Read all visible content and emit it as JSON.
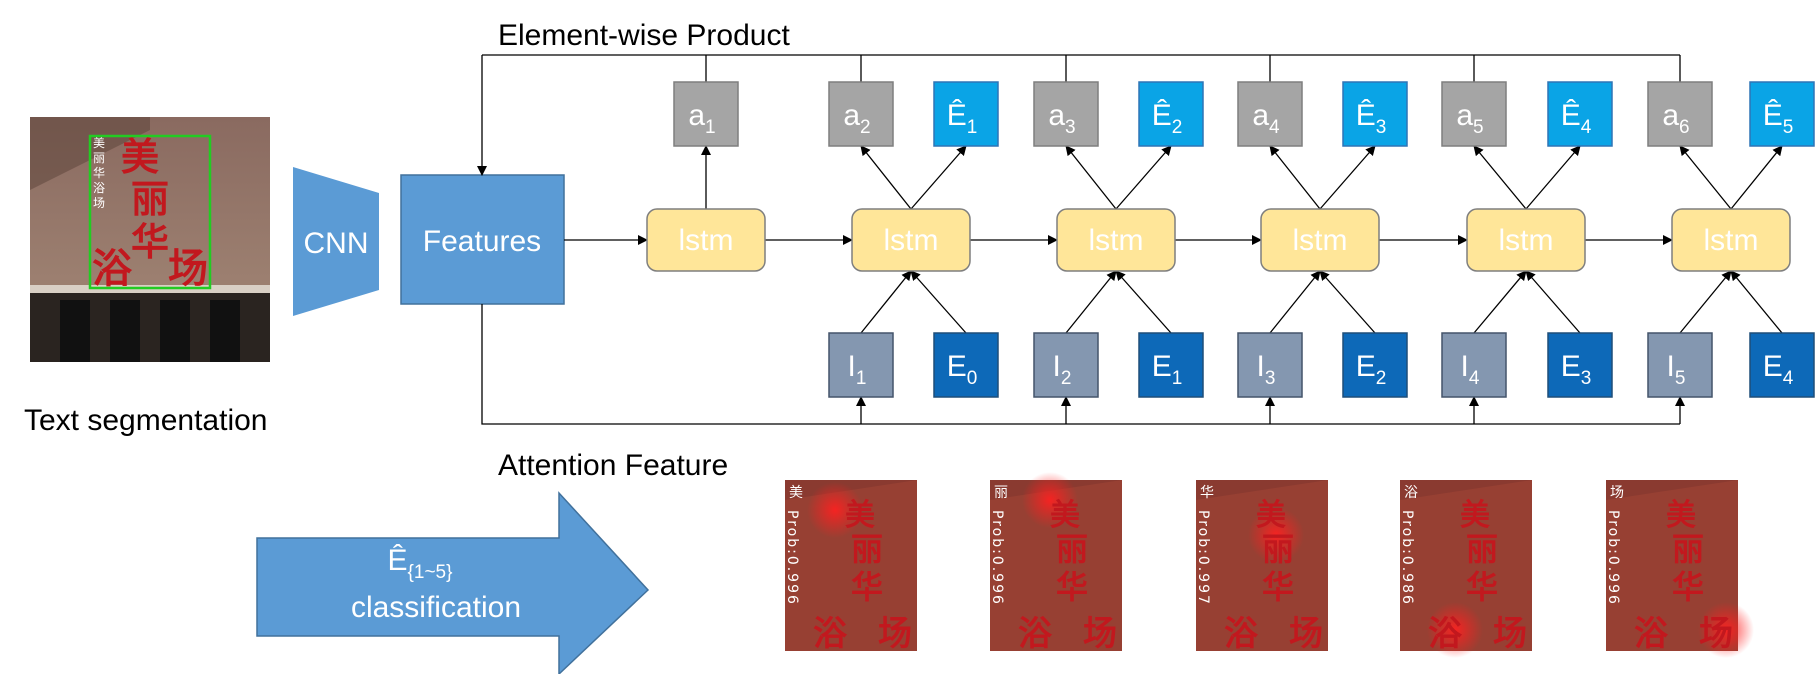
{
  "colors": {
    "gray_box": "#a5a5a5",
    "cyan_box": "#0aa4e6",
    "blue_box": "#0d69b8",
    "slate_box": "#8497b0",
    "lstm_fill": "#ffe699",
    "feature_fill": "#5b9bd5",
    "arrow_fill": "#5b9bd5",
    "photo_red": "#c2181e",
    "green_box": "#22cc22"
  },
  "labels": {
    "element_wise": "Element-wise Product",
    "text_segmentation": "Text segmentation",
    "attention_feature": "Attention Feature",
    "cnn": "CNN",
    "features": "Features",
    "classification_main": "Ê",
    "classification_sub": "{1~5}",
    "classification_word": "classification"
  },
  "lstm": {
    "label": "lstm",
    "count": 6
  },
  "attention_outputs": [
    {
      "main": "a",
      "sub": "1"
    },
    {
      "main": "a",
      "sub": "2"
    },
    {
      "main": "a",
      "sub": "3"
    },
    {
      "main": "a",
      "sub": "4"
    },
    {
      "main": "a",
      "sub": "5"
    },
    {
      "main": "a",
      "sub": "6"
    }
  ],
  "predictions": [
    {
      "main": "Ê",
      "sub": "1"
    },
    {
      "main": "Ê",
      "sub": "2"
    },
    {
      "main": "Ê",
      "sub": "3"
    },
    {
      "main": "Ê",
      "sub": "4"
    },
    {
      "main": "Ê",
      "sub": "5"
    }
  ],
  "inputs_I": [
    {
      "main": "I",
      "sub": "1"
    },
    {
      "main": "I",
      "sub": "2"
    },
    {
      "main": "I",
      "sub": "3"
    },
    {
      "main": "I",
      "sub": "4"
    },
    {
      "main": "I",
      "sub": "5"
    }
  ],
  "inputs_E": [
    {
      "main": "E",
      "sub": "0"
    },
    {
      "main": "E",
      "sub": "1"
    },
    {
      "main": "E",
      "sub": "2"
    },
    {
      "main": "E",
      "sub": "3"
    },
    {
      "main": "E",
      "sub": "4"
    }
  ],
  "photo": {
    "big_chars": [
      "美",
      "丽",
      "华",
      "浴",
      "场"
    ],
    "small_caption": [
      "美",
      "丽",
      "华",
      "浴",
      "场"
    ]
  },
  "attention_maps": [
    {
      "char": "美",
      "prob_text": "Prob:0.996"
    },
    {
      "char": "丽",
      "prob_text": "Prob:0.996"
    },
    {
      "char": "华",
      "prob_text": "Prob:0.997"
    },
    {
      "char": "浴",
      "prob_text": "Prob:0.986"
    },
    {
      "char": "场",
      "prob_text": "Prob:0.996"
    }
  ]
}
